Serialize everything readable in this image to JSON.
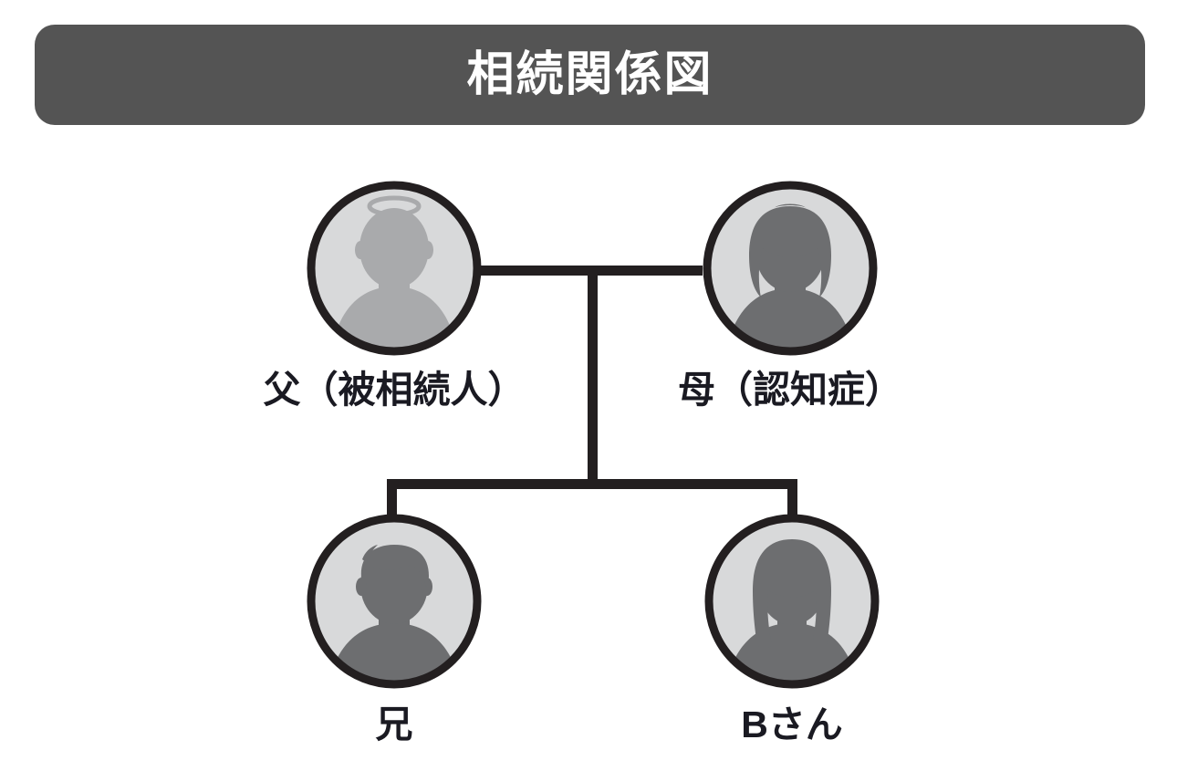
{
  "header": {
    "title": "相続関係図"
  },
  "colors": {
    "header_background": "#545454",
    "header_text": "#ffffff",
    "line": "#231f20",
    "circle_outline": "#231f20",
    "circle_fill": "#d8d9da",
    "silhouette_light": "#a9aaac",
    "silhouette_dark": "#6d6e70",
    "page_background": "#ffffff",
    "label_text": "#1a1a22"
  },
  "diagram": {
    "type": "family-tree",
    "title": "相続関係図",
    "generations": [
      {
        "level": 1,
        "relationship": "marriage",
        "members": [
          "father",
          "mother"
        ]
      },
      {
        "level": 2,
        "relationship": "children",
        "members": [
          "brother",
          "bsan"
        ]
      }
    ],
    "nodes": [
      {
        "id": "father",
        "label": "父（被相続人）",
        "name_part": "父",
        "note_part": "（被相続人）",
        "gender": "male",
        "avatar_style": "deceased-halo",
        "silhouette_tone": "light",
        "deceased": true
      },
      {
        "id": "mother",
        "label": "母（認知症）",
        "name_part": "母",
        "note_part": "（認知症）",
        "gender": "female",
        "avatar_style": "short-bob",
        "silhouette_tone": "dark",
        "deceased": false
      },
      {
        "id": "brother",
        "label": "兄",
        "name_part": "兄",
        "note_part": "",
        "gender": "male",
        "avatar_style": "short-hair",
        "silhouette_tone": "dark",
        "deceased": false
      },
      {
        "id": "bsan",
        "label": "Bさん",
        "name_part": "Bさん",
        "note_part": "",
        "gender": "female",
        "avatar_style": "long-hair",
        "silhouette_tone": "dark",
        "deceased": false
      }
    ],
    "edges": [
      {
        "from": "father",
        "to": "mother",
        "kind": "marriage-line"
      },
      {
        "from": "marriage-junction",
        "to": "sibling-bar",
        "kind": "descent-line"
      },
      {
        "from": "sibling-bar",
        "to": "brother",
        "kind": "child-line"
      },
      {
        "from": "sibling-bar",
        "to": "bsan",
        "kind": "child-line"
      }
    ]
  }
}
